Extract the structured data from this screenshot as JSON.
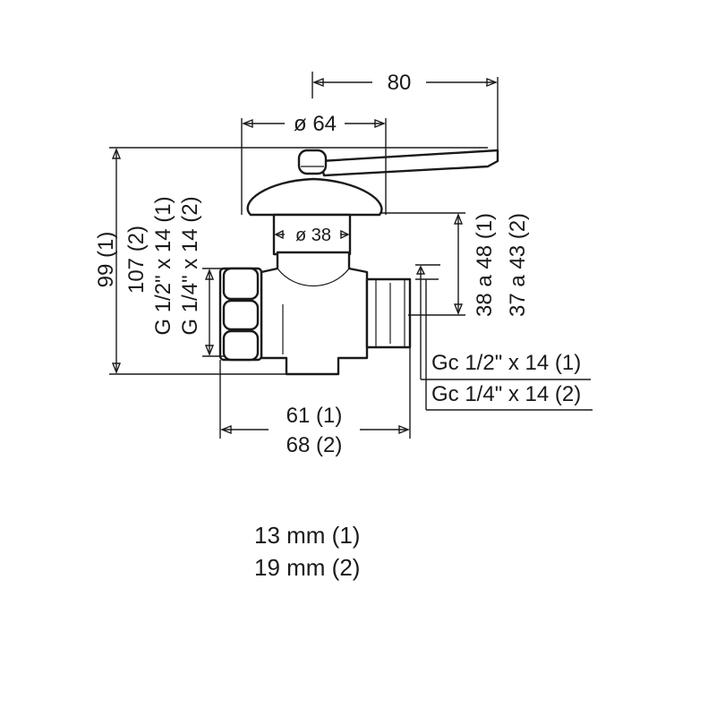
{
  "diagram": {
    "dim_lever_length": "80",
    "dim_handle_diameter": "ø 64",
    "dim_stem_diameter": "ø 38",
    "dim_total_height_1": "99 (1)",
    "dim_total_height_2": "107 (2)",
    "thread_inlet_1": "G 1/2\" x 14 (1)",
    "thread_inlet_2": "G 1/4\" x 14 (2)",
    "dim_outlet_height_1": "38 a 48 (1)",
    "dim_outlet_height_2": "37 a 43 (2)",
    "thread_outlet_1": "Gc 1/2\" x 14 (1)",
    "thread_outlet_2": "Gc 1/4\" x 14 (2)",
    "dim_width_1": "61 (1)",
    "dim_width_2": "68 (2)"
  },
  "notes": {
    "line_1": "13 mm (1)",
    "line_2": "19 mm (2)"
  }
}
